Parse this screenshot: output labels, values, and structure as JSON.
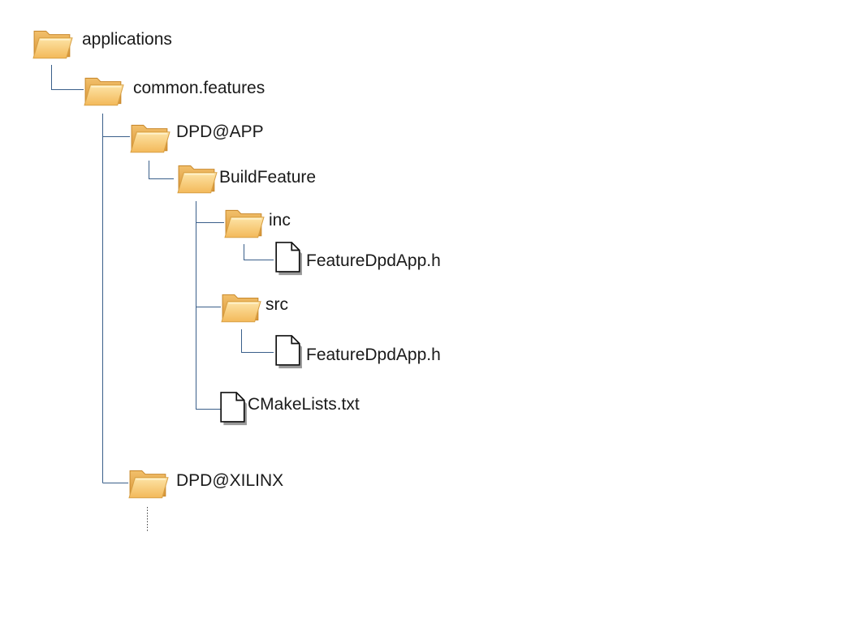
{
  "tree": {
    "root": {
      "label": "applications",
      "icon": "folder-open-icon"
    },
    "common_features": {
      "label": "common.features",
      "icon": "folder-open-icon"
    },
    "dpd_app": {
      "label": "DPD@APP",
      "icon": "folder-open-icon"
    },
    "build_feature": {
      "label": "BuildFeature",
      "icon": "folder-open-icon"
    },
    "inc": {
      "label": "inc",
      "icon": "folder-open-icon"
    },
    "inc_file": {
      "label": "FeatureDpdApp.h",
      "icon": "file-icon"
    },
    "src": {
      "label": "src",
      "icon": "folder-open-icon"
    },
    "src_file": {
      "label": "FeatureDpdApp.h",
      "icon": "file-icon"
    },
    "cmakelists": {
      "label": "CMakeLists.txt",
      "icon": "file-icon"
    },
    "dpd_xilinx": {
      "label": "DPD@XILINX",
      "icon": "folder-open-icon"
    }
  },
  "colors": {
    "connector": "#3a5f8a",
    "folder_back": "#e9a94a",
    "folder_front": "#fbd88e",
    "text": "#1a1a1a"
  }
}
